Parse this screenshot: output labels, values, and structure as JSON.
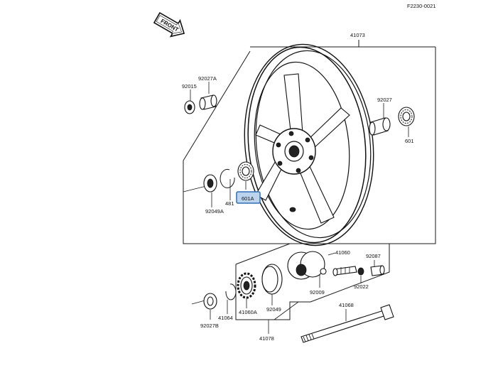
{
  "figure_id": "F2230-0021",
  "front_label": "FRONT",
  "parts": [
    {
      "key": "p41073",
      "label": "41073"
    },
    {
      "key": "p92027A",
      "label": "92027A"
    },
    {
      "key": "p92015",
      "label": "92015"
    },
    {
      "key": "p92027",
      "label": "92027"
    },
    {
      "key": "p601",
      "label": "601"
    },
    {
      "key": "p481",
      "label": "481"
    },
    {
      "key": "p92049A",
      "label": "92049A"
    },
    {
      "key": "p601A",
      "label": "601A",
      "highlighted": true
    },
    {
      "key": "p41060",
      "label": "41060"
    },
    {
      "key": "p92087",
      "label": "92087"
    },
    {
      "key": "p92009",
      "label": "92009"
    },
    {
      "key": "p92022",
      "label": "92022"
    },
    {
      "key": "p41064",
      "label": "41064"
    },
    {
      "key": "p41060A",
      "label": "41060A"
    },
    {
      "key": "p92049",
      "label": "92049"
    },
    {
      "key": "p92027B",
      "label": "92027B"
    },
    {
      "key": "p41068",
      "label": "41068"
    },
    {
      "key": "p41078",
      "label": "41078"
    }
  ],
  "colors": {
    "highlight_fill": "#bcd3ee",
    "highlight_stroke": "#2f6fb5",
    "ink": "#111111"
  }
}
